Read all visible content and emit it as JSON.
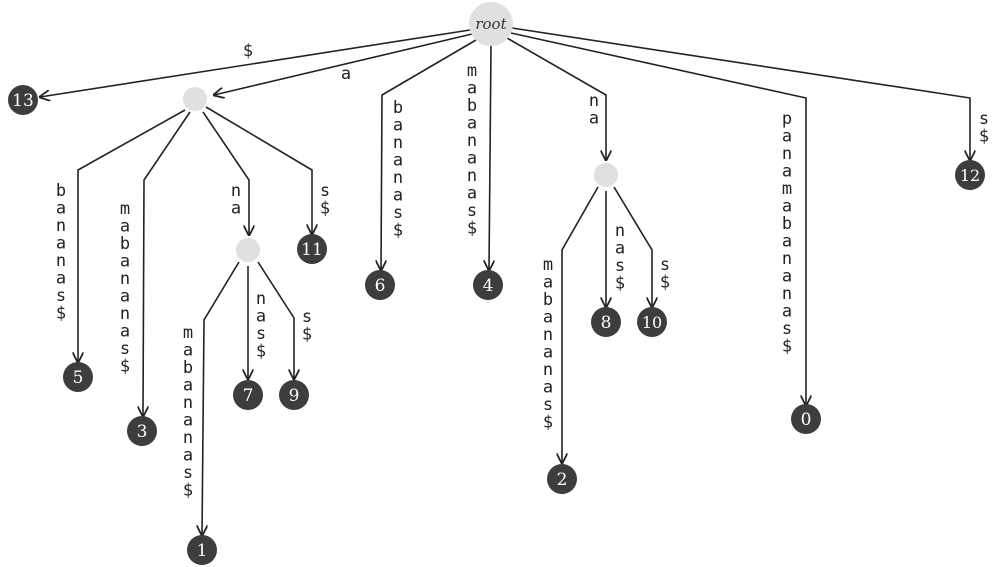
{
  "root_label": "root",
  "edge_labels": {
    "root_13": "$",
    "root_a": "a",
    "root_6": "bananas$",
    "root_4": "mabananas$",
    "root_na": "na",
    "root_0": "panamabananas$",
    "root_12": "s$",
    "a_5": "bananas$",
    "a_3": "mabananas$",
    "a_na": "na",
    "a_11": "s$",
    "ana_1": "mabananas$",
    "ana_7": "nas$",
    "ana_9": "s$",
    "na_2": "mabananas$",
    "na_8": "nas$",
    "na_10": "s$"
  },
  "leaves": {
    "l0": "0",
    "l1": "1",
    "l2": "2",
    "l3": "3",
    "l4": "4",
    "l5": "5",
    "l6": "6",
    "l7": "7",
    "l8": "8",
    "l9": "9",
    "l10": "10",
    "l11": "11",
    "l12": "12",
    "l13": "13"
  }
}
